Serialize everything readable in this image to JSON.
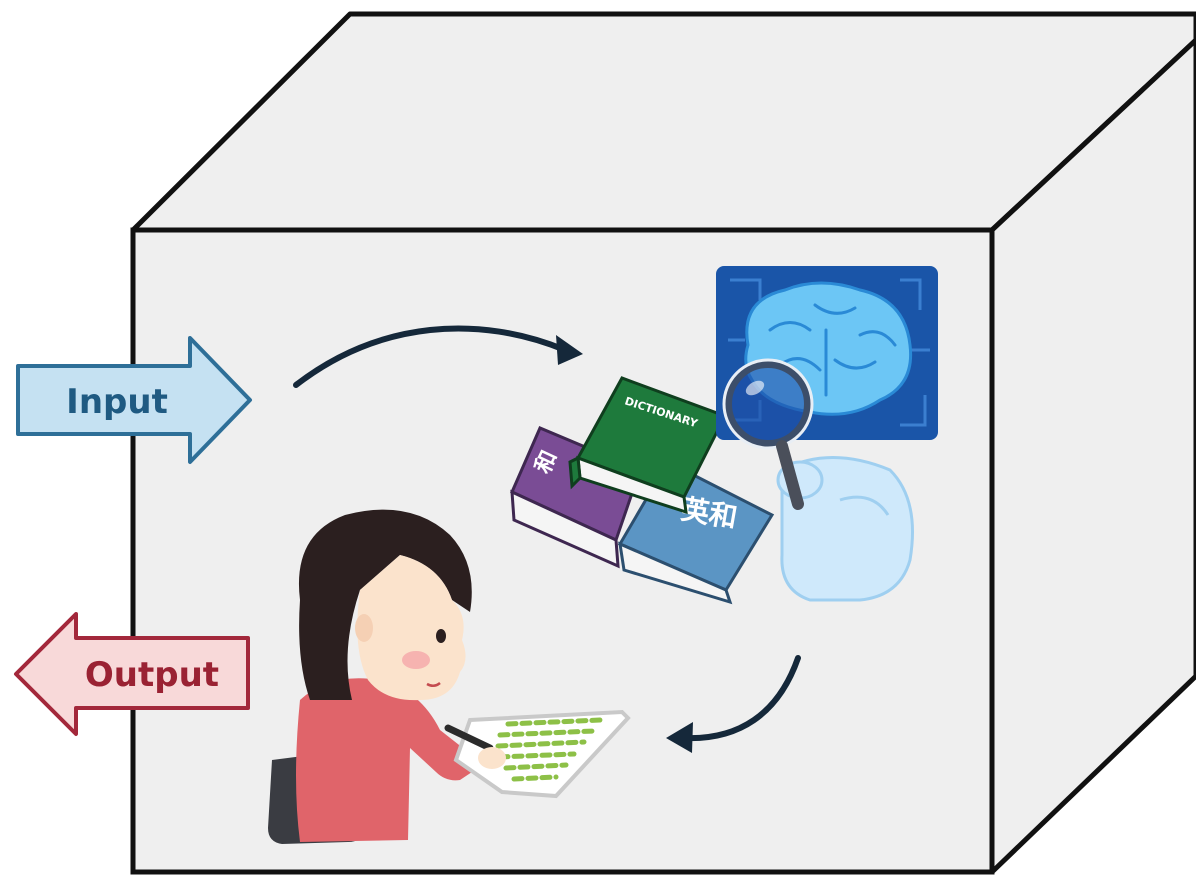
{
  "arrows": {
    "input": {
      "label": "Input",
      "fill": "#c5e1f2",
      "stroke": "#2e6f98",
      "text_color": "#1f5a82"
    },
    "output": {
      "label": "Output",
      "fill": "#f8d9d9",
      "stroke": "#a3283b",
      "text_color": "#9a2233"
    }
  },
  "books": {
    "green_label": "DICTIONARY",
    "blue_label": "英和",
    "purple_label": "和"
  },
  "colors": {
    "box_face": "#efefef",
    "box_edge": "#111111",
    "flow_arrow": "#15283a",
    "brain_bg": "#1a55a8",
    "brain": "#6cc6f5",
    "robot": "#cfe9fb",
    "book_green": "#1e7a3c",
    "book_purple": "#7a4c95",
    "book_blue": "#5b95c4",
    "girl_shirt": "#e0646a",
    "girl_hair": "#2b1f1f",
    "girl_skin": "#fbe3cc",
    "chair": "#3a3c42",
    "paper_text": "#8dc047"
  }
}
